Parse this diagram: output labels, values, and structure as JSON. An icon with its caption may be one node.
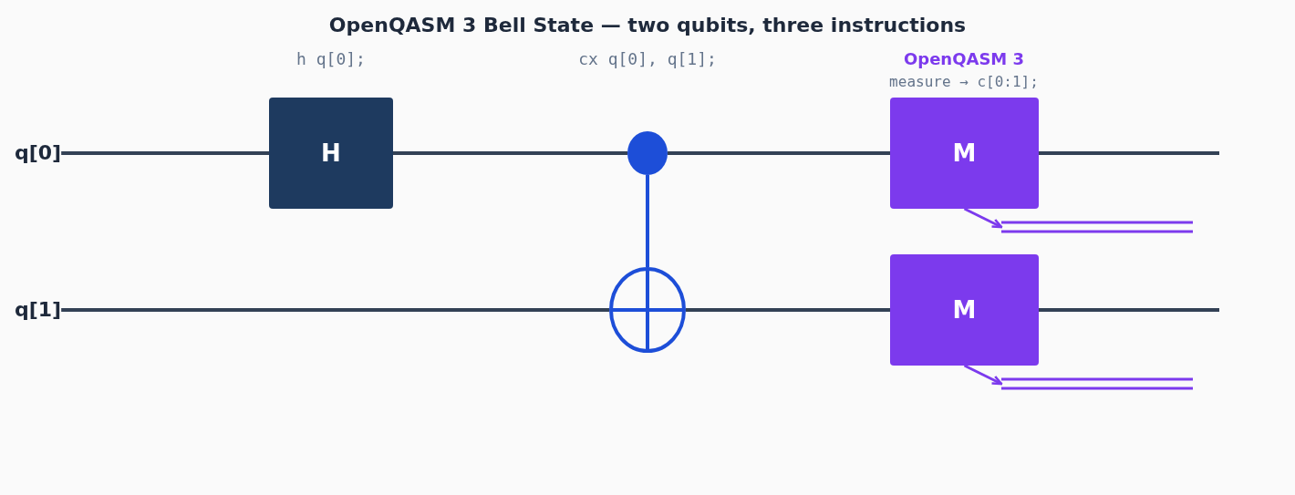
{
  "diagram": {
    "title": "OpenQASM 3 Bell State — two qubits, three instructions",
    "nodes": [
      {
        "text": [
          "q[0]"
        ]
      },
      {
        "text": [
          "H"
        ],
        "beside": [
          "h q[0];"
        ]
      },
      {
        "text": [],
        "shape": "circle",
        "beside": [
          "cx q[0], q[1];"
        ]
      },
      {
        "text": [
          "M"
        ],
        "beside": [
          "OpenQASM 3",
          "measure → c[0:1];"
        ]
      },
      {
        "text": [],
        "shape": "line"
      },
      {
        "text": [
          "q[1]"
        ]
      },
      {
        "text": [],
        "shape": "circle"
      },
      {
        "text": [
          "M"
        ]
      },
      {
        "text": [],
        "shape": "line"
      }
    ],
    "edges": [
      {
        "from": 0,
        "to": 1,
        "arrow": "none"
      },
      {
        "from": 1,
        "to": 2,
        "arrow": "none"
      },
      {
        "from": 2,
        "to": 3,
        "arrow": "none"
      },
      {
        "from": 3,
        "to": null,
        "arrow": "none"
      },
      {
        "from": 3,
        "to": 4,
        "arrow": "to",
        "color": "#7c3aed"
      },
      {
        "from": 2,
        "to": 6,
        "arrow": "none",
        "color": "#1d4ed8"
      },
      {
        "from": 5,
        "to": 6,
        "arrow": "none"
      },
      {
        "from": 6,
        "to": 7,
        "arrow": "none"
      },
      {
        "from": 7,
        "to": null,
        "arrow": "none"
      },
      {
        "from": 7,
        "to": 8,
        "arrow": "to",
        "color": "#7c3aed"
      }
    ]
  }
}
